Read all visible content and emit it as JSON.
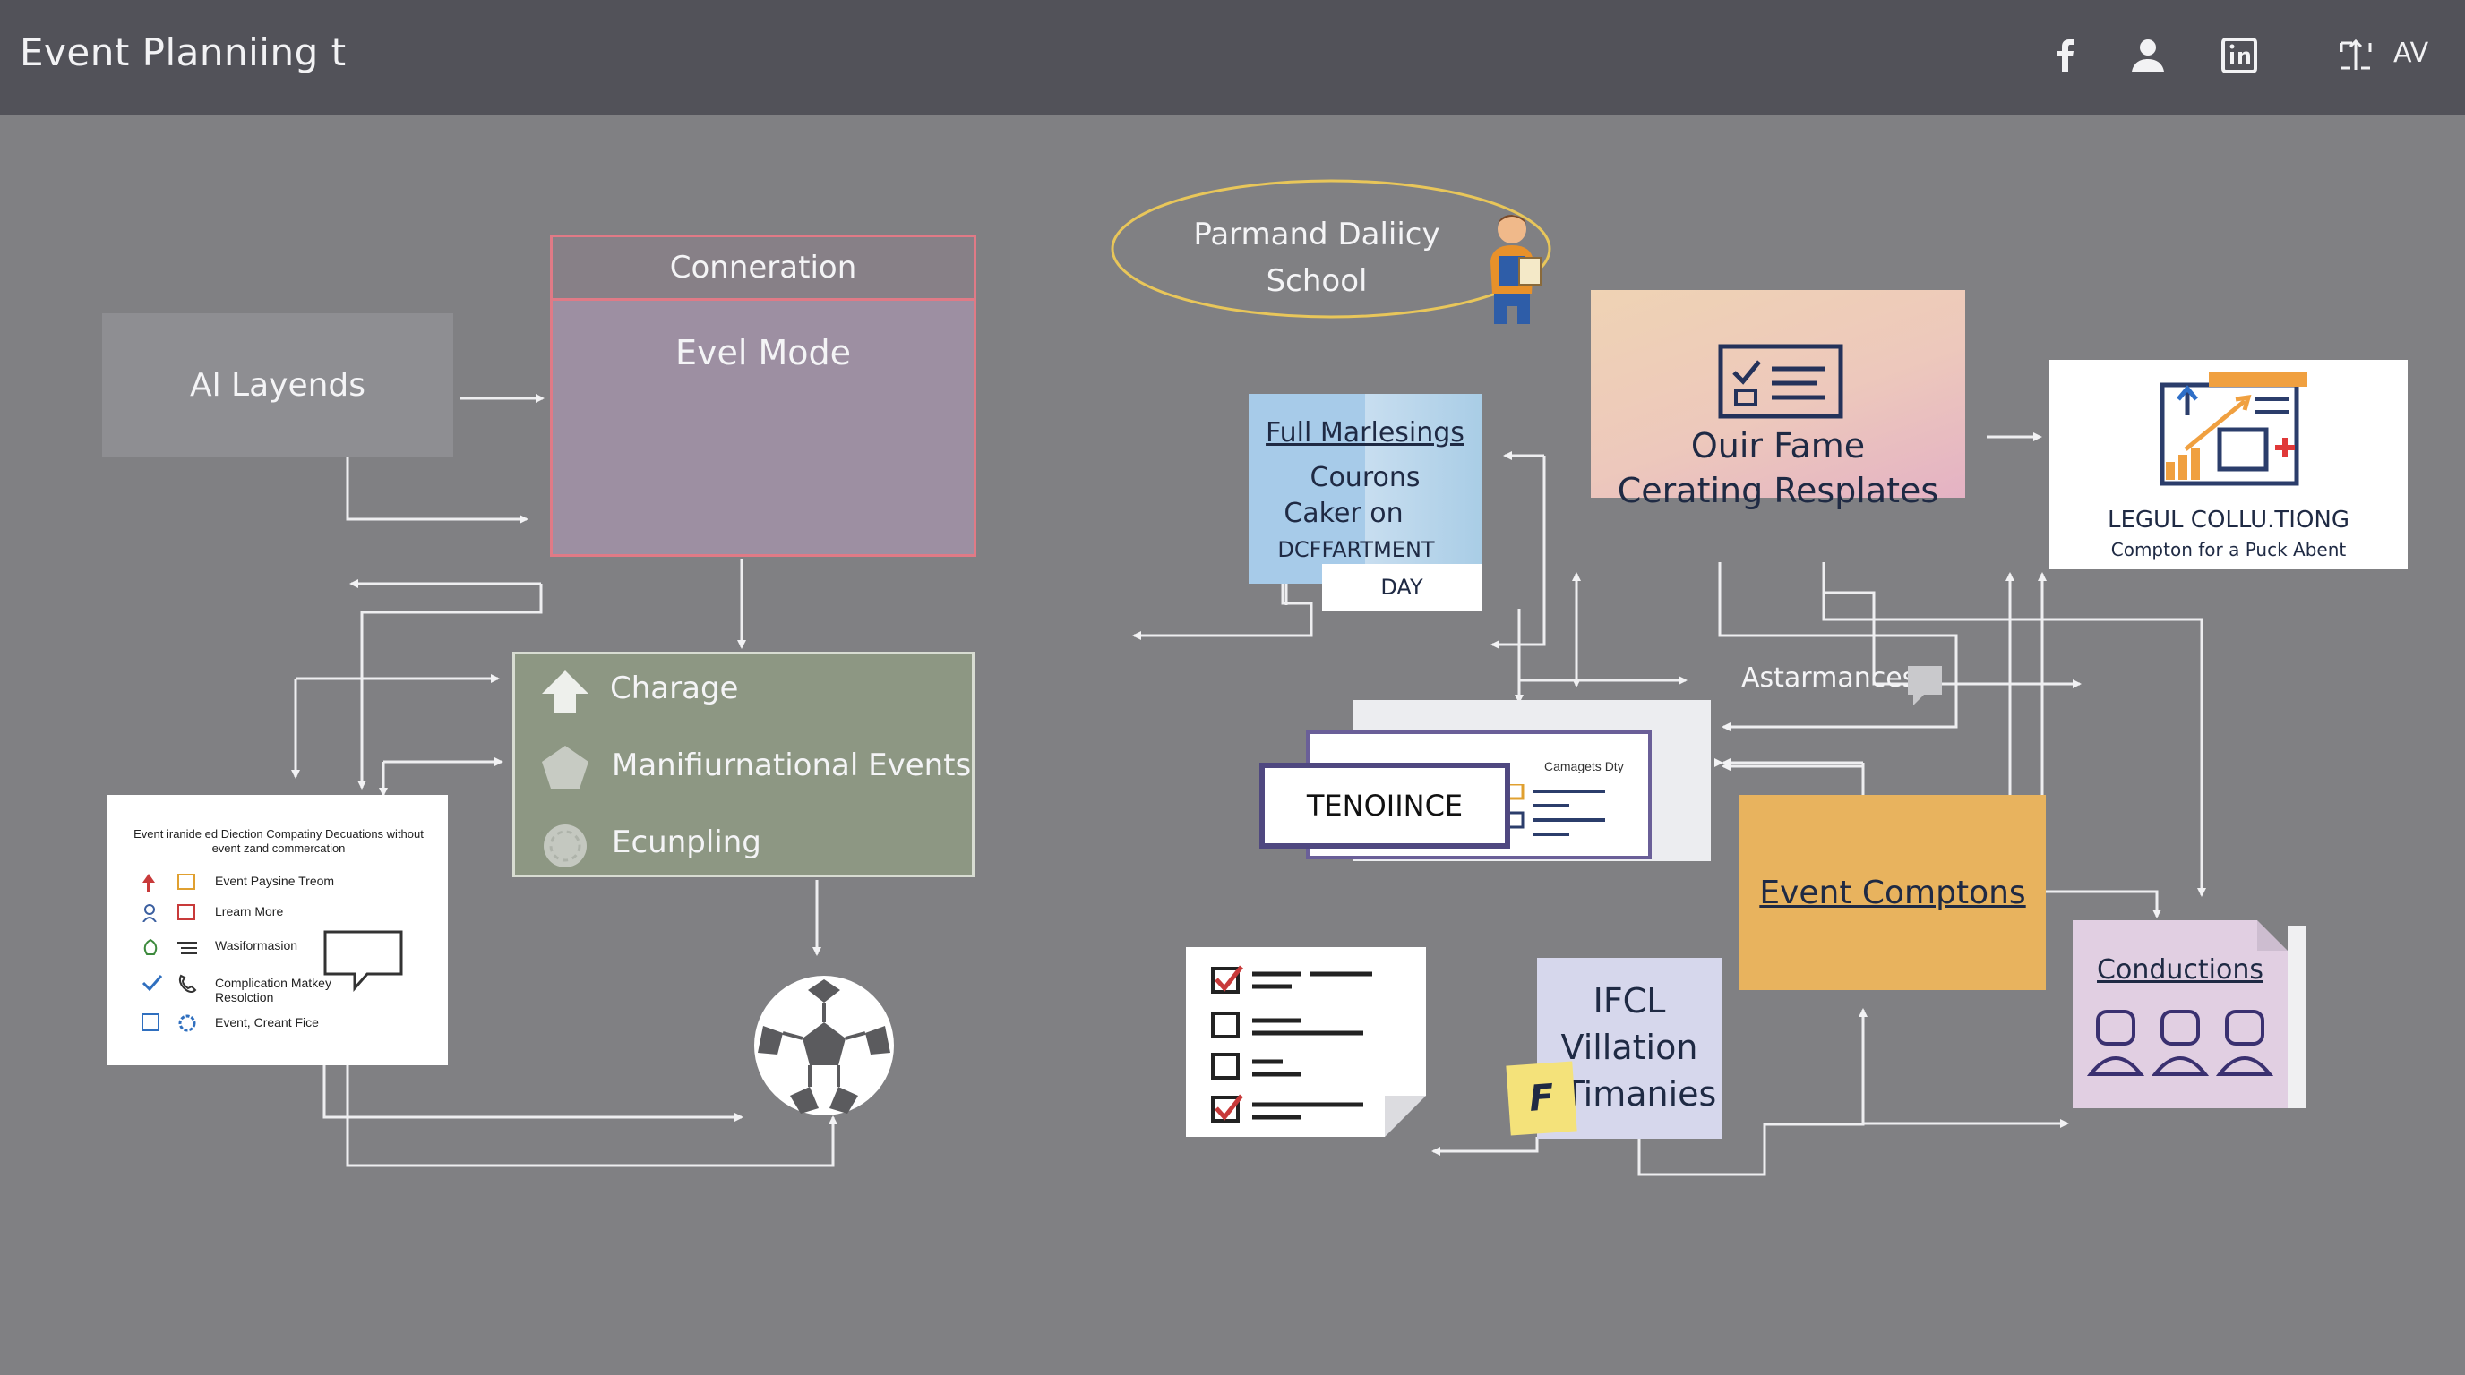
{
  "header": {
    "title": "Event Planniing t",
    "icons": [
      "facebook-icon",
      "user-icon",
      "linkedin-icon",
      "share-network-icon"
    ],
    "av_label": "AV"
  },
  "nodes": {
    "ai_layends": "Al Layends",
    "conneration": "Conneration",
    "event_mode": "Evel Mode",
    "charage": "Charage",
    "manifiurnational": "Manifiurnational Events",
    "ecunpling": "Ecunpling",
    "list_card": {
      "title": "Event iranide ed Diection Compatiny Decuations without event zand commercation",
      "items": [
        "Event Paysine Treom",
        "Lrearn More",
        "Wasiformasion",
        "Complication Matkey Resolction",
        "Event, Creant Fice"
      ]
    },
    "parmand_line1": "Parmand Daliicy",
    "parmand_line2": "School",
    "full_marlesings": "Full Marlesings",
    "courons": "Courons",
    "caker_on": "Caker on",
    "dcffartment": "DCFFARTMENT",
    "day": "DAY",
    "ouir_fame": "Ouir Fame",
    "cerating": "Cerating Resplates",
    "legul_title": "LEGUL COLLU.TIONG",
    "legul_sub": "Compton for a Puck Abent",
    "astarmances": "Astarmances",
    "tenoiince": "TENOIINCE",
    "camagets": "Camagets Dty",
    "event_comptons": "Event Comptons",
    "conductions": "Conductions",
    "ifcl_line1": "IFCL",
    "ifcl_line2": "Villation",
    "ifcl_line3": "Timanies",
    "f_note": "F"
  }
}
